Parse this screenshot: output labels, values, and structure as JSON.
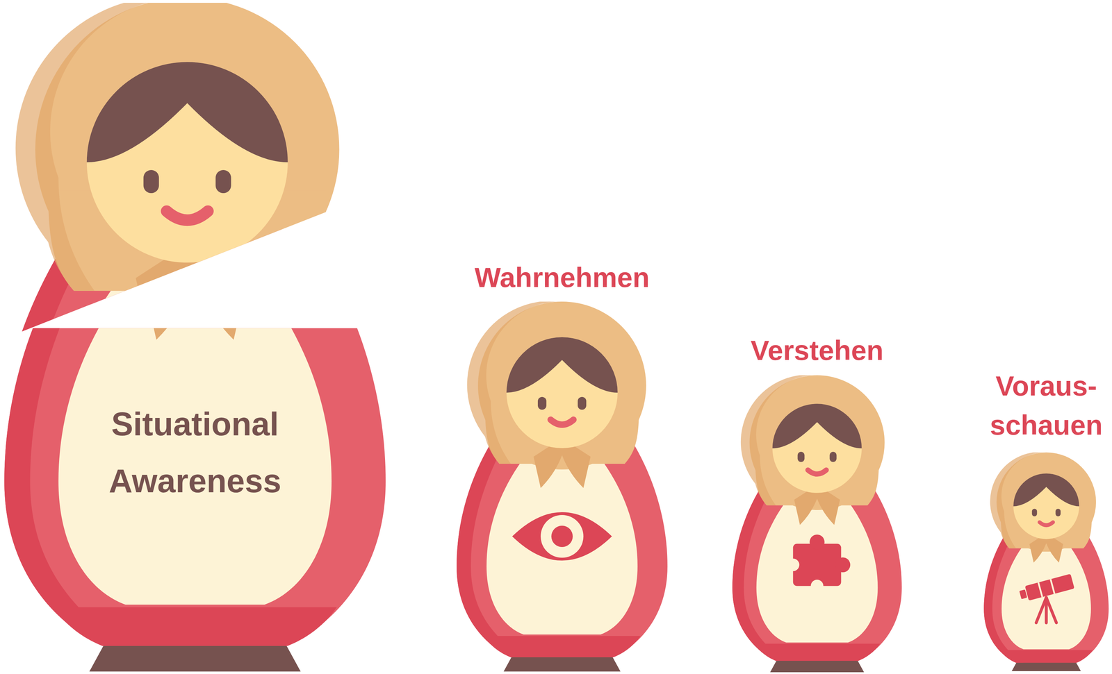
{
  "diagram": {
    "nodes": [
      {
        "text": [
          "Situational Awareness"
        ]
      },
      {
        "text": [
          "Wahrnehmen"
        ]
      },
      {
        "text": [
          "Verstehen"
        ]
      },
      {
        "text": [
          "Voraus- schauen"
        ]
      }
    ]
  }
}
